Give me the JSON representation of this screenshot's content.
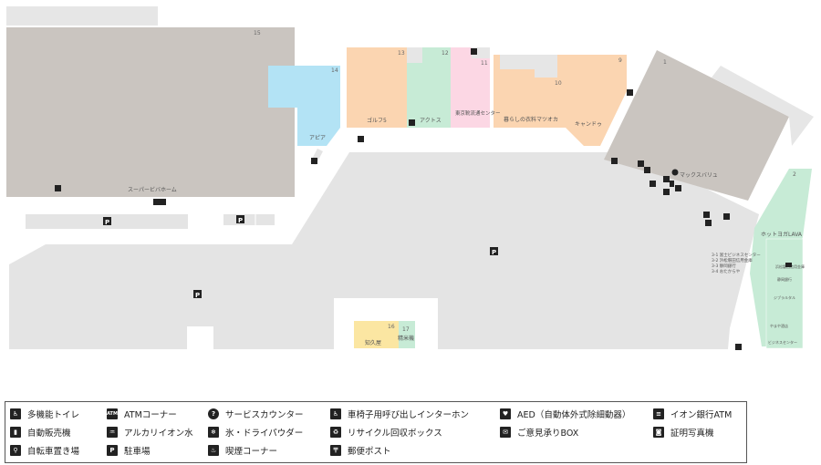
{
  "stores": [
    {
      "num": "15",
      "name": "スーパービバホーム"
    },
    {
      "num": "14",
      "name": "アピア"
    },
    {
      "num": "13",
      "name": "ゴルフ5"
    },
    {
      "num": "12",
      "name": "アクトス"
    },
    {
      "num": "11",
      "name": "東京靴流通センター"
    },
    {
      "num": "10",
      "name": "暮らしの衣料マツオカ"
    },
    {
      "num": "9",
      "name": "キャンドゥ"
    },
    {
      "num": "1",
      "name": "マックスバリュ"
    },
    {
      "num": "2",
      "name": "ホットヨガLAVA"
    },
    {
      "num": "16",
      "name": "知久屋"
    },
    {
      "num": "17",
      "name": "精米機"
    }
  ],
  "annex": {
    "list": [
      "3-1 富士ビジネスセンター",
      "3-2 浜松磐田信用金庫",
      "3-3 静岡銀行",
      "3-4 おたからや"
    ],
    "units": [
      "浜松磐田信用金庫",
      "静岡銀行",
      "ジブラルタル",
      "やまや酒店",
      "ビジネスセンター"
    ]
  },
  "parking_label": "P",
  "icons": {
    "toilet": "toilet-icon",
    "atm": "atm-icon",
    "service": "service-counter-icon",
    "wheelchair": "wheelchair-call-icon",
    "aed": "aed-icon",
    "aeon_atm": "aeon-atm-icon",
    "vending": "vending-machine-icon",
    "alkaline": "alkaline-water-icon",
    "ice": "ice-dry-powder-icon",
    "recycle": "recycle-box-icon",
    "feedback": "feedback-box-icon",
    "photo": "id-photo-icon",
    "bicycle": "bicycle-parking-icon",
    "parking": "parking-icon",
    "smoking": "smoking-corner-icon",
    "post": "post-box-icon"
  },
  "legend": [
    {
      "key": "toilet",
      "glyph": "♿",
      "label": "多機能トイレ"
    },
    {
      "key": "atm",
      "glyph": "ATM",
      "label": "ATMコーナー"
    },
    {
      "key": "service",
      "glyph": "?",
      "label": "サービスカウンター"
    },
    {
      "key": "wheelchair",
      "glyph": "♿",
      "label": "車椅子用呼び出しインターホン"
    },
    {
      "key": "aed",
      "glyph": "♥",
      "label": "AED（自動体外式除細動器）"
    },
    {
      "key": "aeon_atm",
      "glyph": "≡",
      "label": "イオン銀行ATM"
    },
    {
      "key": "vending",
      "glyph": "▮",
      "label": "自動販売機"
    },
    {
      "key": "alkaline",
      "glyph": "♒",
      "label": "アルカリイオン水"
    },
    {
      "key": "ice",
      "glyph": "❄",
      "label": "氷・ドライパウダー"
    },
    {
      "key": "recycle",
      "glyph": "♻",
      "label": "リサイクル回収ボックス"
    },
    {
      "key": "feedback",
      "glyph": "✉",
      "label": "ご意見承りBOX"
    },
    {
      "key": "photo",
      "glyph": "◙",
      "label": "証明写真機"
    },
    {
      "key": "bicycle",
      "glyph": "⚲",
      "label": "自転車置き場"
    },
    {
      "key": "parking",
      "glyph": "P",
      "label": "駐車場"
    },
    {
      "key": "smoking",
      "glyph": "♨",
      "label": "喫煙コーナー"
    },
    {
      "key": "post",
      "glyph": "〒",
      "label": "郵便ポスト"
    }
  ]
}
